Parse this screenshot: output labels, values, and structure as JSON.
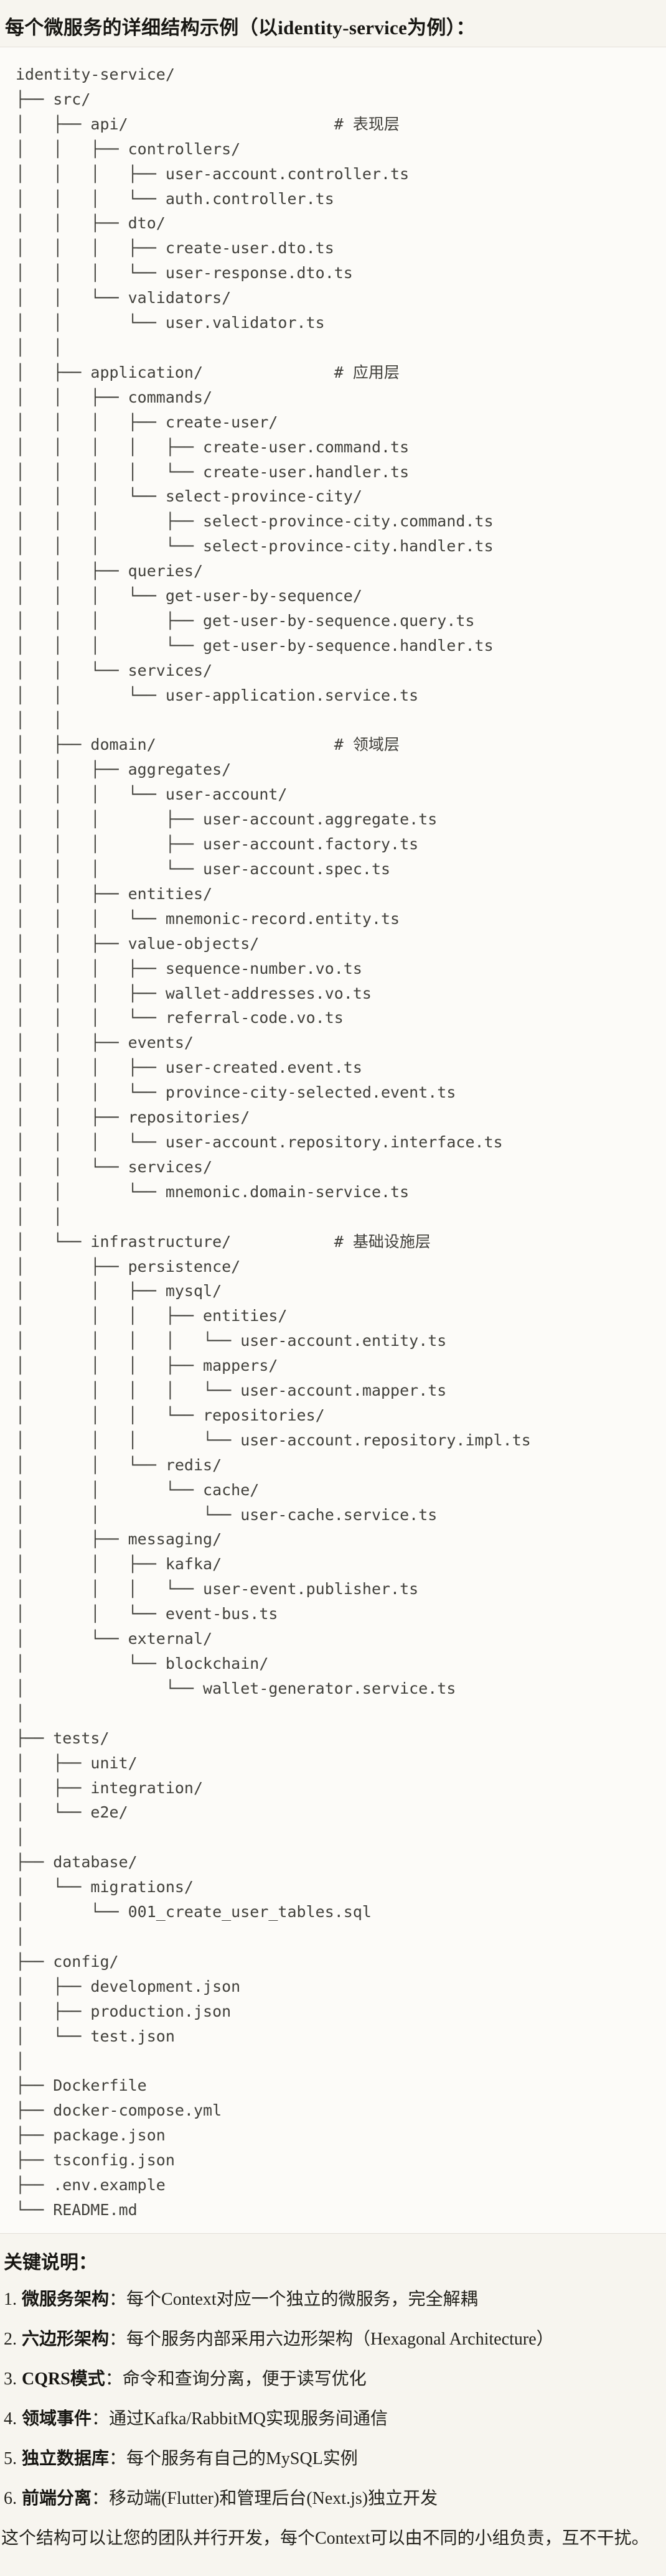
{
  "title": "每个微服务的详细结构示例（以identity-service为例）：",
  "tree": {
    "lines": [
      "identity-service/",
      "├── src/",
      "│   ├── api/                      # 表现层",
      "│   │   ├── controllers/",
      "│   │   │   ├── user-account.controller.ts",
      "│   │   │   └── auth.controller.ts",
      "│   │   ├── dto/",
      "│   │   │   ├── create-user.dto.ts",
      "│   │   │   └── user-response.dto.ts",
      "│   │   └── validators/",
      "│   │       └── user.validator.ts",
      "│   │",
      "│   ├── application/              # 应用层",
      "│   │   ├── commands/",
      "│   │   │   ├── create-user/",
      "│   │   │   │   ├── create-user.command.ts",
      "│   │   │   │   └── create-user.handler.ts",
      "│   │   │   └── select-province-city/",
      "│   │   │       ├── select-province-city.command.ts",
      "│   │   │       └── select-province-city.handler.ts",
      "│   │   ├── queries/",
      "│   │   │   └── get-user-by-sequence/",
      "│   │   │       ├── get-user-by-sequence.query.ts",
      "│   │   │       └── get-user-by-sequence.handler.ts",
      "│   │   └── services/",
      "│   │       └── user-application.service.ts",
      "│   │",
      "│   ├── domain/                   # 领域层",
      "│   │   ├── aggregates/",
      "│   │   │   └── user-account/",
      "│   │   │       ├── user-account.aggregate.ts",
      "│   │   │       ├── user-account.factory.ts",
      "│   │   │       └── user-account.spec.ts",
      "│   │   ├── entities/",
      "│   │   │   └── mnemonic-record.entity.ts",
      "│   │   ├── value-objects/",
      "│   │   │   ├── sequence-number.vo.ts",
      "│   │   │   ├── wallet-addresses.vo.ts",
      "│   │   │   └── referral-code.vo.ts",
      "│   │   ├── events/",
      "│   │   │   ├── user-created.event.ts",
      "│   │   │   └── province-city-selected.event.ts",
      "│   │   ├── repositories/",
      "│   │   │   └── user-account.repository.interface.ts",
      "│   │   └── services/",
      "│   │       └── mnemonic.domain-service.ts",
      "│   │",
      "│   └── infrastructure/           # 基础设施层",
      "│       ├── persistence/",
      "│       │   ├── mysql/",
      "│       │   │   ├── entities/",
      "│       │   │   │   └── user-account.entity.ts",
      "│       │   │   ├── mappers/",
      "│       │   │   │   └── user-account.mapper.ts",
      "│       │   │   └── repositories/",
      "│       │   │       └── user-account.repository.impl.ts",
      "│       │   └── redis/",
      "│       │       └── cache/",
      "│       │           └── user-cache.service.ts",
      "│       ├── messaging/",
      "│       │   ├── kafka/",
      "│       │   │   └── user-event.publisher.ts",
      "│       │   └── event-bus.ts",
      "│       └── external/",
      "│           └── blockchain/",
      "│               └── wallet-generator.service.ts",
      "│",
      "├── tests/",
      "│   ├── unit/",
      "│   ├── integration/",
      "│   └── e2e/",
      "│",
      "├── database/",
      "│   └── migrations/",
      "│       └── 001_create_user_tables.sql",
      "│",
      "├── config/",
      "│   ├── development.json",
      "│   ├── production.json",
      "│   └── test.json",
      "│",
      "├── Dockerfile",
      "├── docker-compose.yml",
      "├── package.json",
      "├── tsconfig.json",
      "├── .env.example",
      "└── README.md"
    ]
  },
  "notes": {
    "heading": "关键说明：",
    "items": [
      {
        "num": "1.",
        "term": "微服务架构",
        "desc": "：每个Context对应一个独立的微服务，完全解耦"
      },
      {
        "num": "2.",
        "term": "六边形架构",
        "desc": "：每个服务内部采用六边形架构（Hexagonal Architecture）"
      },
      {
        "num": "3.",
        "term": "CQRS模式",
        "desc": "：命令和查询分离，便于读写优化"
      },
      {
        "num": "4.",
        "term": "领域事件",
        "desc": "：通过Kafka/RabbitMQ实现服务间通信"
      },
      {
        "num": "5.",
        "term": "独立数据库",
        "desc": "：每个服务有自己的MySQL实例"
      },
      {
        "num": "6.",
        "term": "前端分离",
        "desc": "：移动端(Flutter)和管理后台(Next.js)独立开发"
      }
    ],
    "footer": "这个结构可以让您的团队并行开发，每个Context可以由不同的小组负责，互不干扰。"
  }
}
